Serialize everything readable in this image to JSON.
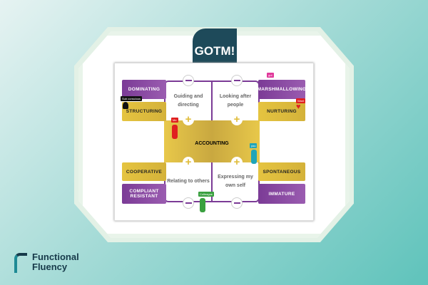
{
  "badge": {
    "title": "GOTM!"
  },
  "diagram": {
    "left_labels": [
      "DOMINATING",
      "STRUCTURING",
      "COOPERATIVE",
      "COMPLIANT RESISTANT"
    ],
    "right_labels": [
      "MARSHMALLOWING",
      "NURTURING",
      "SPONTANEOUS",
      "IMMATURE"
    ],
    "quadrants": [
      "Guiding and directing",
      "Looking after people",
      "Relating to others",
      "Expressing my own self"
    ],
    "center": "ACCOUNTING",
    "tags": {
      "subconscious": "Sub conscious",
      "me": "Me",
      "you": "you",
      "colleague": "Colleague",
      "gut": "gut",
      "want": "Want"
    }
  },
  "brand": {
    "line1": "Functional",
    "line2": "Fluency"
  },
  "colors": {
    "purple": "#7b3b96",
    "yellow": "#e5c440",
    "teal": "#5fc3bb"
  }
}
